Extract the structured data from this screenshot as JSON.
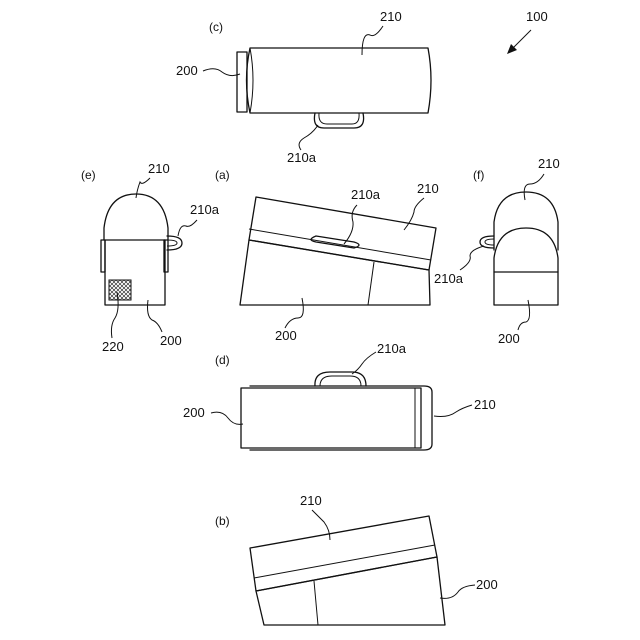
{
  "figure_labels": {
    "a": "(a)",
    "b": "(b)",
    "c": "(c)",
    "d": "(d)",
    "e": "(e)",
    "f": "(f)"
  },
  "refs": {
    "device": "100",
    "base": "200",
    "cover": "210",
    "handle": "210a",
    "mesh": "220"
  }
}
